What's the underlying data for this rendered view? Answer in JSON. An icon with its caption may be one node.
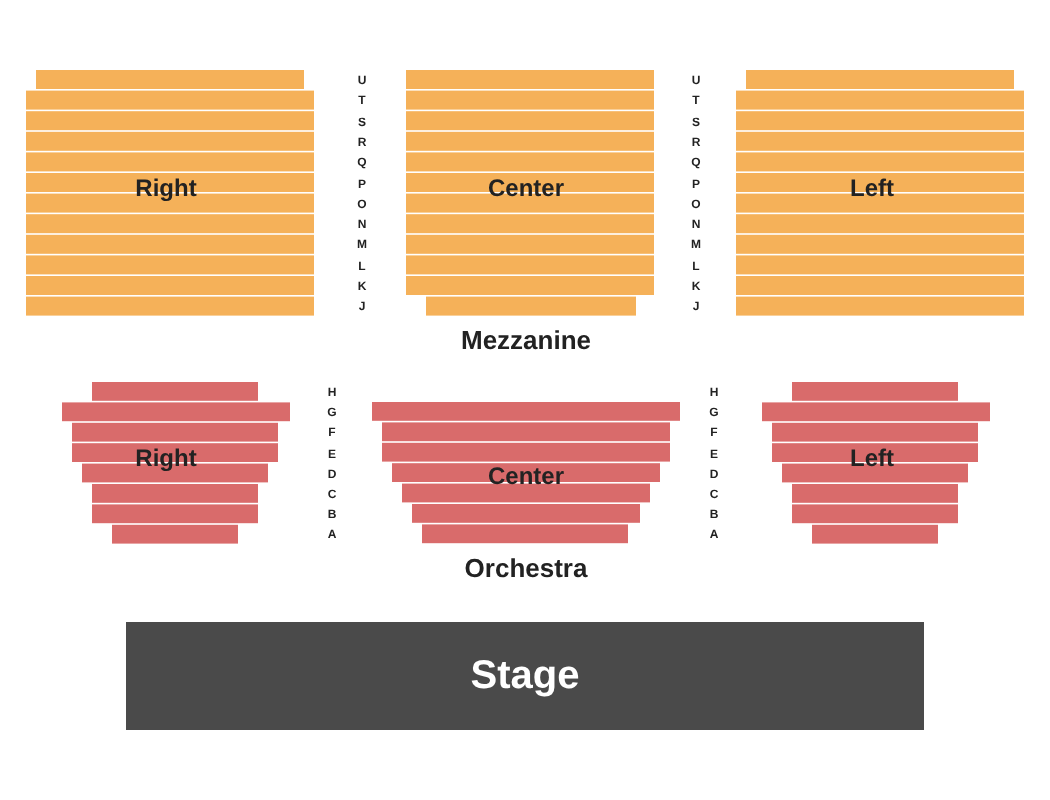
{
  "diagram": {
    "nodes": [
      {
        "text": [
          "Right"
        ]
      },
      {
        "text": [
          "Center"
        ]
      },
      {
        "text": [
          "Left"
        ]
      },
      {
        "text": [
          "Right"
        ]
      },
      {
        "text": [
          "Center"
        ]
      },
      {
        "text": [
          "Left"
        ]
      },
      {
        "text": [
          "Stage"
        ]
      }
    ],
    "labels": [
      "U",
      "T",
      "S",
      "R",
      "Q",
      "P",
      "O",
      "N",
      "M",
      "L",
      "K",
      "J",
      "U",
      "T",
      "S",
      "R",
      "Q",
      "P",
      "O",
      "N",
      "M",
      "L",
      "K",
      "J",
      "Mezzanine",
      "H",
      "G",
      "F",
      "E",
      "D",
      "C",
      "B",
      "A",
      "H",
      "G",
      "F",
      "E",
      "D",
      "C",
      "B",
      "A",
      "Orchestra"
    ]
  }
}
